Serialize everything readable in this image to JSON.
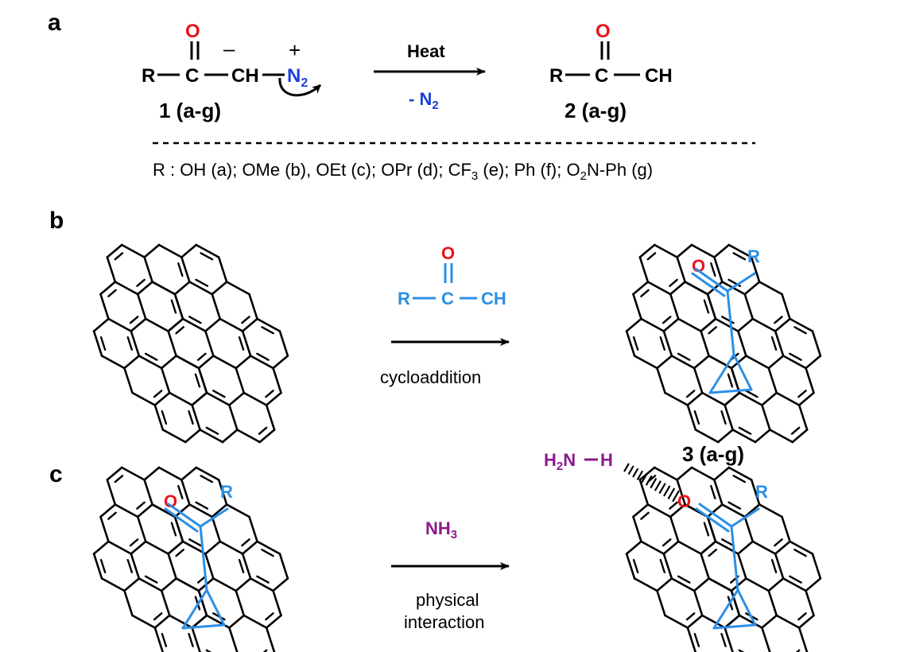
{
  "panels": {
    "a": {
      "letter": "a"
    },
    "b": {
      "letter": "b"
    },
    "c": {
      "letter": "c"
    }
  },
  "reaction_a": {
    "reactant": {
      "R": "R",
      "C": "C",
      "O": "O",
      "CH": "CH",
      "N": "N",
      "N_sub": "2",
      "minus": "–",
      "plus": "+"
    },
    "reactant_label": "1 (a-g)",
    "condition_top": "Heat",
    "condition_bottom": "- N",
    "condition_bottom_sub": "2",
    "product": {
      "R": "R",
      "C": "C",
      "O": "O",
      "CH": "CH"
    },
    "product_label": "2 (a-g)",
    "substituents": [
      {
        "text": "R : OH (a); OMe (b), OEt (c); OPr (d); CF"
      },
      {
        "sub": "3"
      },
      {
        "text": " (e); Ph (f); O"
      },
      {
        "sub": "2"
      },
      {
        "text": "N-Ph (g)"
      }
    ]
  },
  "reaction_b": {
    "reagent": {
      "R": "R",
      "C": "C",
      "O": "O",
      "CH": "CH"
    },
    "arrow_label": "cycloaddition",
    "product_label": "3 (a-g)",
    "product_O": "O",
    "product_R": "R"
  },
  "reaction_c": {
    "reactant_O": "O",
    "reactant_R": "R",
    "reagent": "NH",
    "reagent_sub": "3",
    "arrow_label_line1": "physical",
    "arrow_label_line2": "interaction",
    "product_O": "O",
    "product_R": "R",
    "h_bond_donor": {
      "H": "H",
      "sub": "2",
      "N": "N",
      "dash": "–",
      "H2": "H"
    }
  },
  "colors": {
    "black": "#000000",
    "oxygen": "#e8141b",
    "nitrogen": "#1b3fd6",
    "blue_group": "#2b8fe6",
    "purple": "#8b1a8b"
  },
  "icons": {
    "reaction-arrow": "right-arrow",
    "electron-arrow": "curved-arrow",
    "graphene-sheet": "hexagonal-lattice"
  }
}
